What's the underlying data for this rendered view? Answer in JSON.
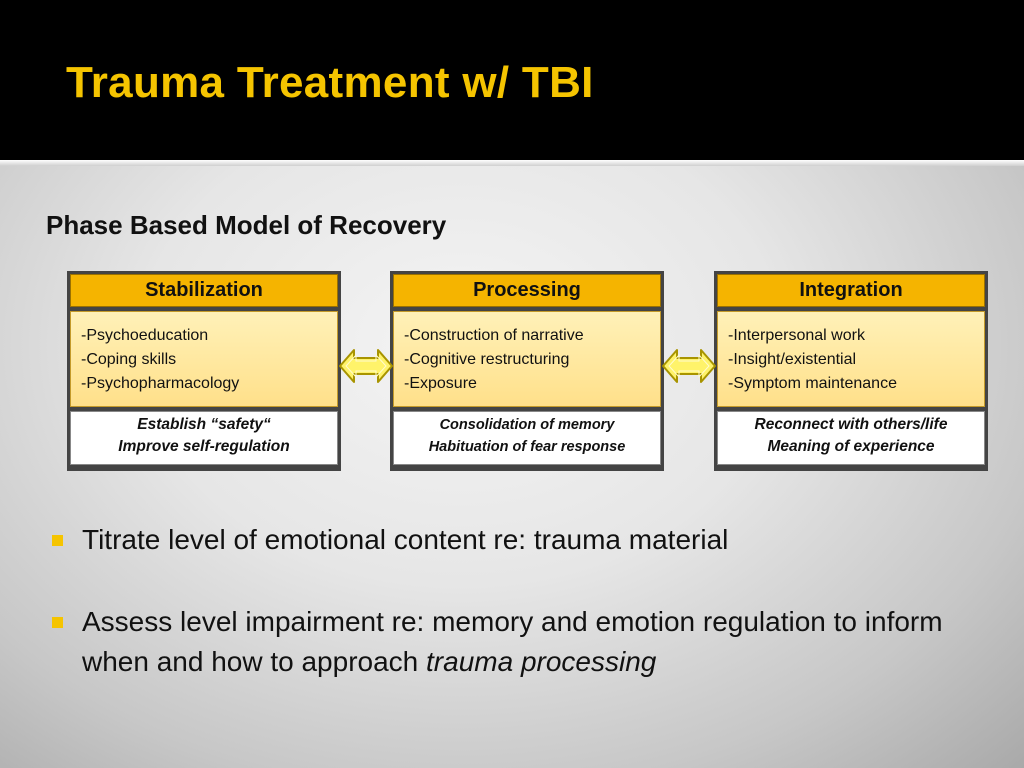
{
  "slide": {
    "title": "Trauma Treatment w/ TBI",
    "subtitle": "Phase Based Model of Recovery",
    "accent_color": "#f5c400",
    "header_color": "#f5b400",
    "body_fill_color": "#ffe9a0"
  },
  "phases": [
    {
      "name": "Stabilization",
      "items": [
        "-Psychoeducation",
        "-Coping skills",
        "-Psychopharmacology"
      ],
      "goals": [
        "Establish “safety“",
        "Improve self-regulation"
      ]
    },
    {
      "name": "Processing",
      "items": [
        "-Construction of narrative",
        "-Cognitive restructuring",
        "-Exposure"
      ],
      "goals": [
        "Consolidation of memory",
        "Habituation of fear response"
      ]
    },
    {
      "name": "Integration",
      "items": [
        "-Interpersonal work",
        "-Insight/existential",
        "-Symptom maintenance"
      ],
      "goals": [
        "Reconnect with others/life",
        "Meaning of experience"
      ]
    }
  ],
  "arrows": [
    {
      "icon": "double-arrow-icon"
    },
    {
      "icon": "double-arrow-icon"
    }
  ],
  "bullets": [
    {
      "text": "Titrate level of emotional content re: trauma material",
      "emphasis": ""
    },
    {
      "text": "Assess level impairment re: memory and emotion regulation to inform when and how to approach ",
      "emphasis": "trauma processing"
    }
  ]
}
